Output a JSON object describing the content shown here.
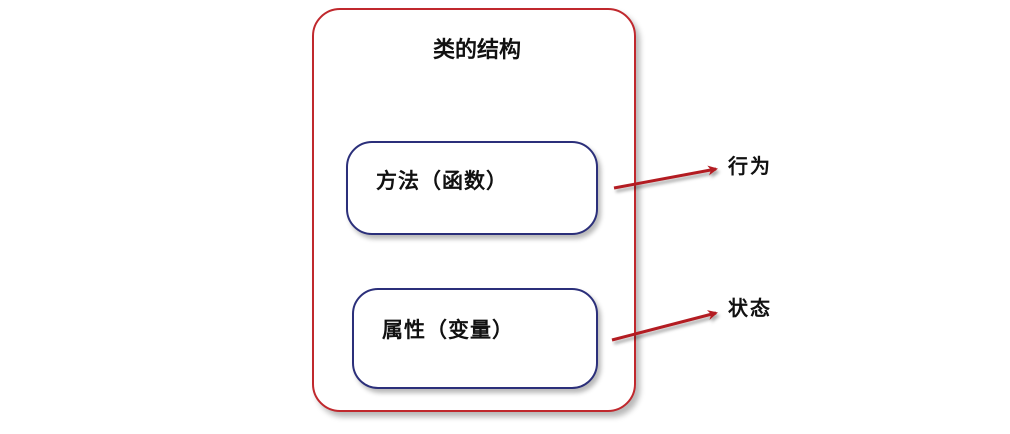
{
  "diagram": {
    "class_structure_title": "类的结构",
    "methods_label": "方法（函数）",
    "attributes_label": "属性（变量）",
    "behavior_label": "行为",
    "state_label": "状态"
  },
  "colors": {
    "outer_border": "#c0282d",
    "inner_border": "#2b2f7a",
    "arrow": "#b31d22"
  }
}
